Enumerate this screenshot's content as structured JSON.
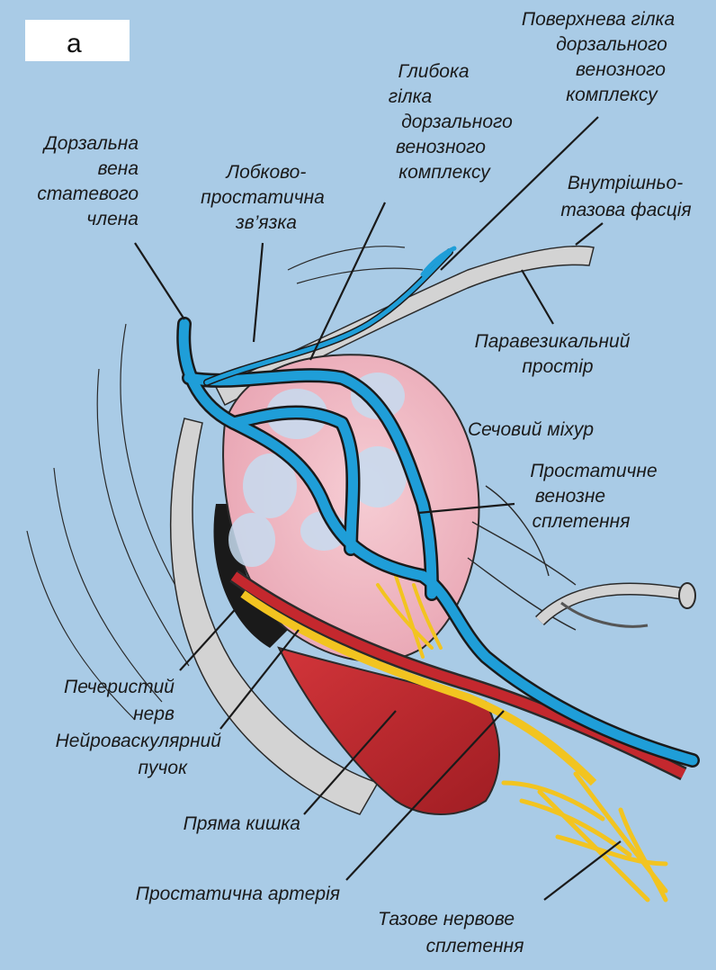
{
  "panel": {
    "letter": "а"
  },
  "labels": {
    "superficial": [
      "Поверхнева гілка",
      "дорзального",
      "венозного",
      "комплексу"
    ],
    "deep": [
      "Глибока",
      "гілка",
      "дорзального",
      "венозного",
      "комплексу"
    ],
    "dorsal_vein": [
      "Дорзальна",
      "вена",
      "статевого",
      "члена"
    ],
    "puboprostatic": [
      "Лобково-",
      "простатична",
      "зв’язка"
    ],
    "endopelvic": [
      "Внутрішньо-",
      "тазова фасція"
    ],
    "paravesical": [
      "Паравезикальний",
      "простір"
    ],
    "bladder": [
      "Сечовий міхур"
    ],
    "venous_plexus": [
      "Простатичне",
      "венозне",
      "сплетення"
    ],
    "cavernous_nerve": [
      "Печеристий",
      "нерв"
    ],
    "neurovascular": [
      "Нейроваскулярний",
      "пучок"
    ],
    "rectum": [
      "Пряма кишка"
    ],
    "prostatic_artery": [
      "Простатична артерія"
    ],
    "pelvic_plexus": [
      "Тазове нервове",
      "сплетення"
    ]
  },
  "colors": {
    "background": "#a9cbe6",
    "vein": "#1f9ed8",
    "prostate": "#f2bfc9",
    "rectum": "#c4282e",
    "nerve": "#f2c420",
    "fascia": "#d3d3d3"
  }
}
